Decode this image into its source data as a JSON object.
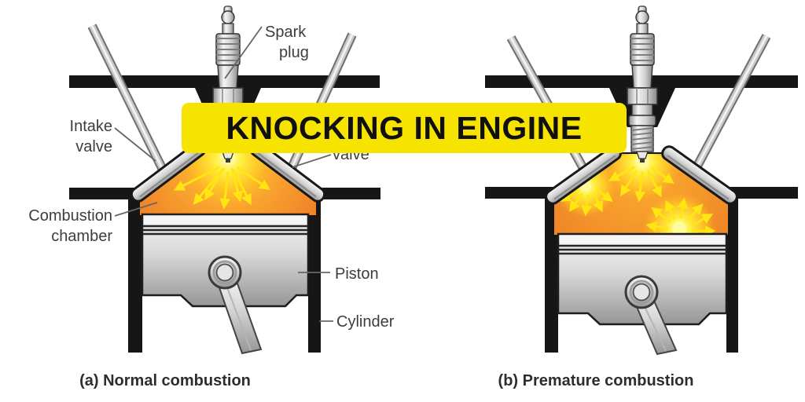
{
  "banner": {
    "label": "KNOCKING IN ENGINE",
    "background": "#F6E400",
    "text_color": "#101010"
  },
  "panels": {
    "left": {
      "caption": "(a) Normal combustion"
    },
    "right": {
      "caption": "(b) Premature combustion"
    }
  },
  "labels": {
    "spark_plug_l1": "Spark",
    "spark_plug_l2": "plug",
    "intake_l1": "Intake",
    "intake_l2": "valve",
    "exhaust_visible": "valve",
    "combustion_l1": "Combustion",
    "combustion_l2": "chamber",
    "piston": "Piston",
    "cylinder": "Cylinder"
  },
  "colors": {
    "structure_black": "#161616",
    "chamber_orange": "#EC7A26",
    "flame_yellow": "#FFE512",
    "metal_light": "#F5F5F5",
    "metal_dark": "#8E8E8E",
    "label_text": "#3D3D3D"
  }
}
